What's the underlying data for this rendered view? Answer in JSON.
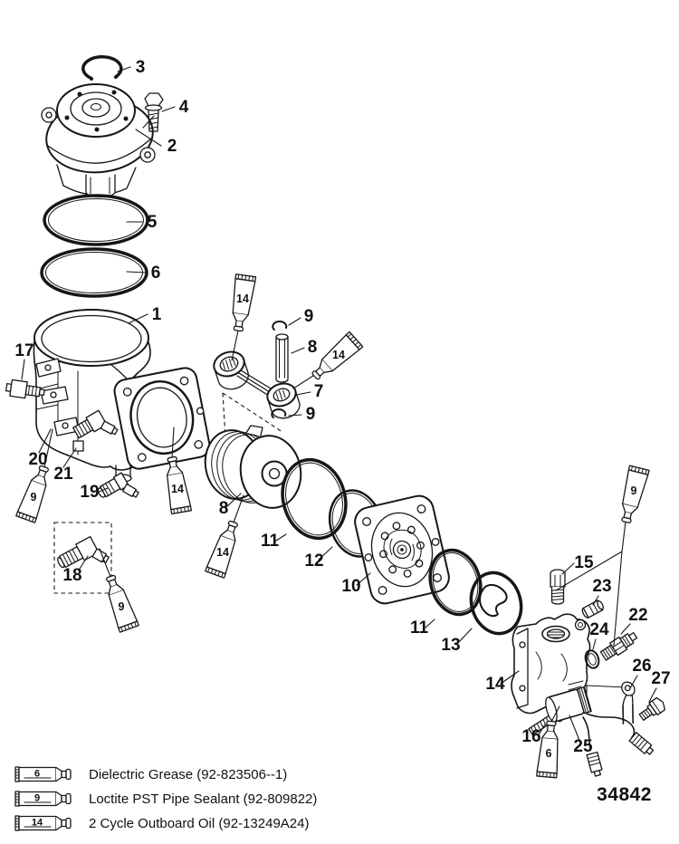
{
  "drawing_number": "34842",
  "callouts": [
    {
      "label": "3"
    },
    {
      "label": "4"
    },
    {
      "label": "2"
    },
    {
      "label": "5"
    },
    {
      "label": "6"
    },
    {
      "label": "1"
    },
    {
      "label": "17"
    },
    {
      "label": "9"
    },
    {
      "label": "8"
    },
    {
      "label": "7"
    },
    {
      "label": "9"
    },
    {
      "label": "20"
    },
    {
      "label": "21"
    },
    {
      "label": "19"
    },
    {
      "label": "8"
    },
    {
      "label": "18"
    },
    {
      "label": "11"
    },
    {
      "label": "12"
    },
    {
      "label": "10"
    },
    {
      "label": "11"
    },
    {
      "label": "13"
    },
    {
      "label": "15"
    },
    {
      "label": "23"
    },
    {
      "label": "22"
    },
    {
      "label": "24"
    },
    {
      "label": "26"
    },
    {
      "label": "27"
    },
    {
      "label": "14"
    },
    {
      "label": "16"
    },
    {
      "label": "25"
    }
  ],
  "tubes": [
    {
      "label": "14"
    },
    {
      "label": "14"
    },
    {
      "label": "14"
    },
    {
      "label": "14"
    },
    {
      "label": "9"
    },
    {
      "label": "9"
    },
    {
      "label": "9"
    },
    {
      "label": "6"
    }
  ],
  "legend": {
    "items": [
      {
        "tube_label": "6",
        "text": "Dielectric Grease (92-823506--1)"
      },
      {
        "tube_label": "9",
        "text": "Loctite PST Pipe Sealant (92-809822)"
      },
      {
        "tube_label": "14",
        "text": "2 Cycle Outboard Oil (92-13249A24)"
      }
    ]
  }
}
